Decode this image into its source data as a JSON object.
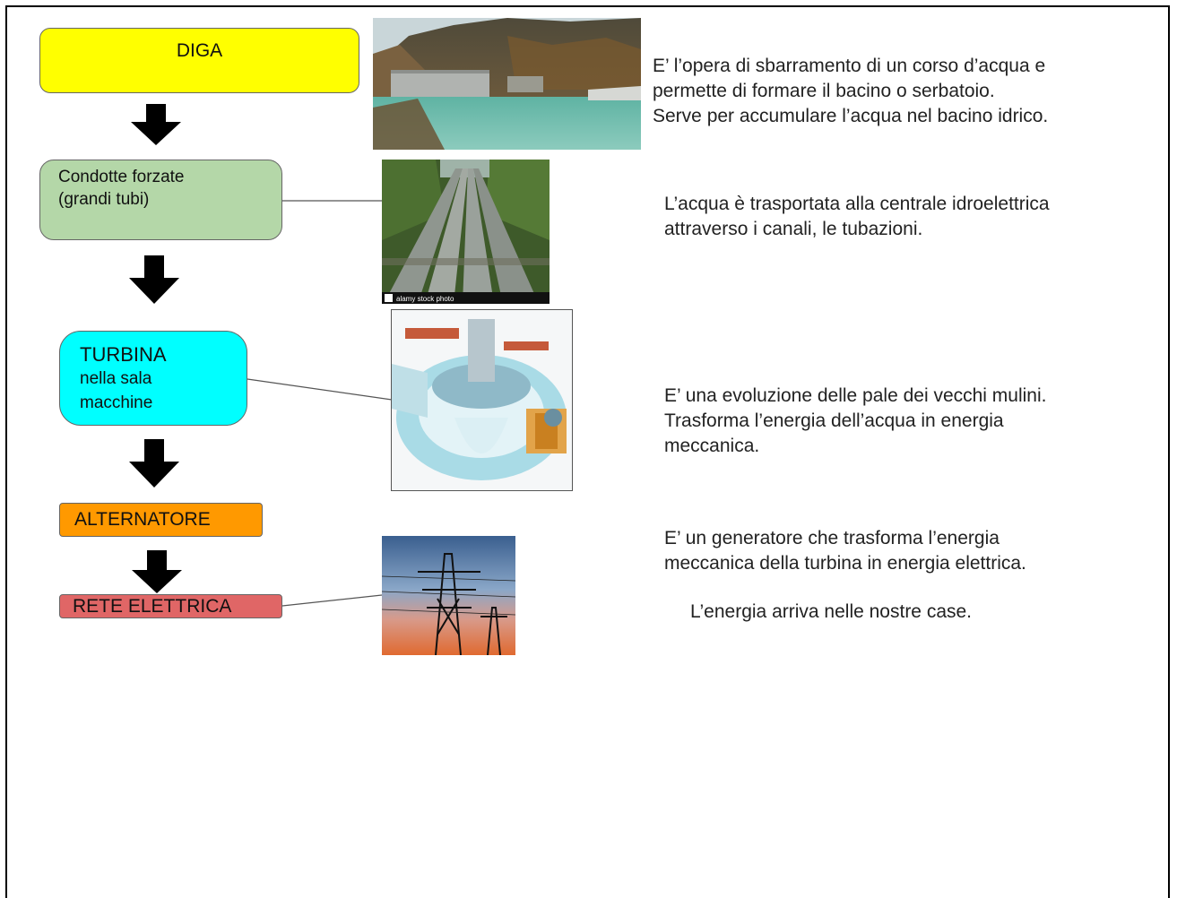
{
  "steps": {
    "diga": "DIGA",
    "condotte_line1": "Condotte forzate",
    "condotte_line2": "(grandi tubi)",
    "turbina_line1": "TURBINA",
    "turbina_line2": "nella sala",
    "turbina_line3": "macchine",
    "alternatore": "ALTERNATORE",
    "rete": "RETE ELETTRICA"
  },
  "descriptions": {
    "diga": "E’ l’opera di sbarramento di un corso d’acqua e\npermette di formare il bacino o serbatoio.\nServe per accumulare l’acqua nel bacino idrico.",
    "condotte": "L’acqua è trasportata alla centrale idroelettrica\nattraverso i canali, le tubazioni.",
    "turbina": "E’ una evoluzione delle pale dei vecchi mulini.\nTrasforma l’energia dell’acqua in energia\nmeccanica.",
    "alternatore": "E’ un generatore che trasforma l’energia\nmeccanica della turbina in energia elettrica.",
    "rete": "L’energia arriva nelle nostre case."
  },
  "photos": {
    "pipes_watermark": "alamy stock photo"
  },
  "colors": {
    "diga": "#ffff00",
    "condotte": "#b4d7a8",
    "turbina": "#00ffff",
    "alternatore": "#ff9900",
    "rete": "#e06666"
  }
}
